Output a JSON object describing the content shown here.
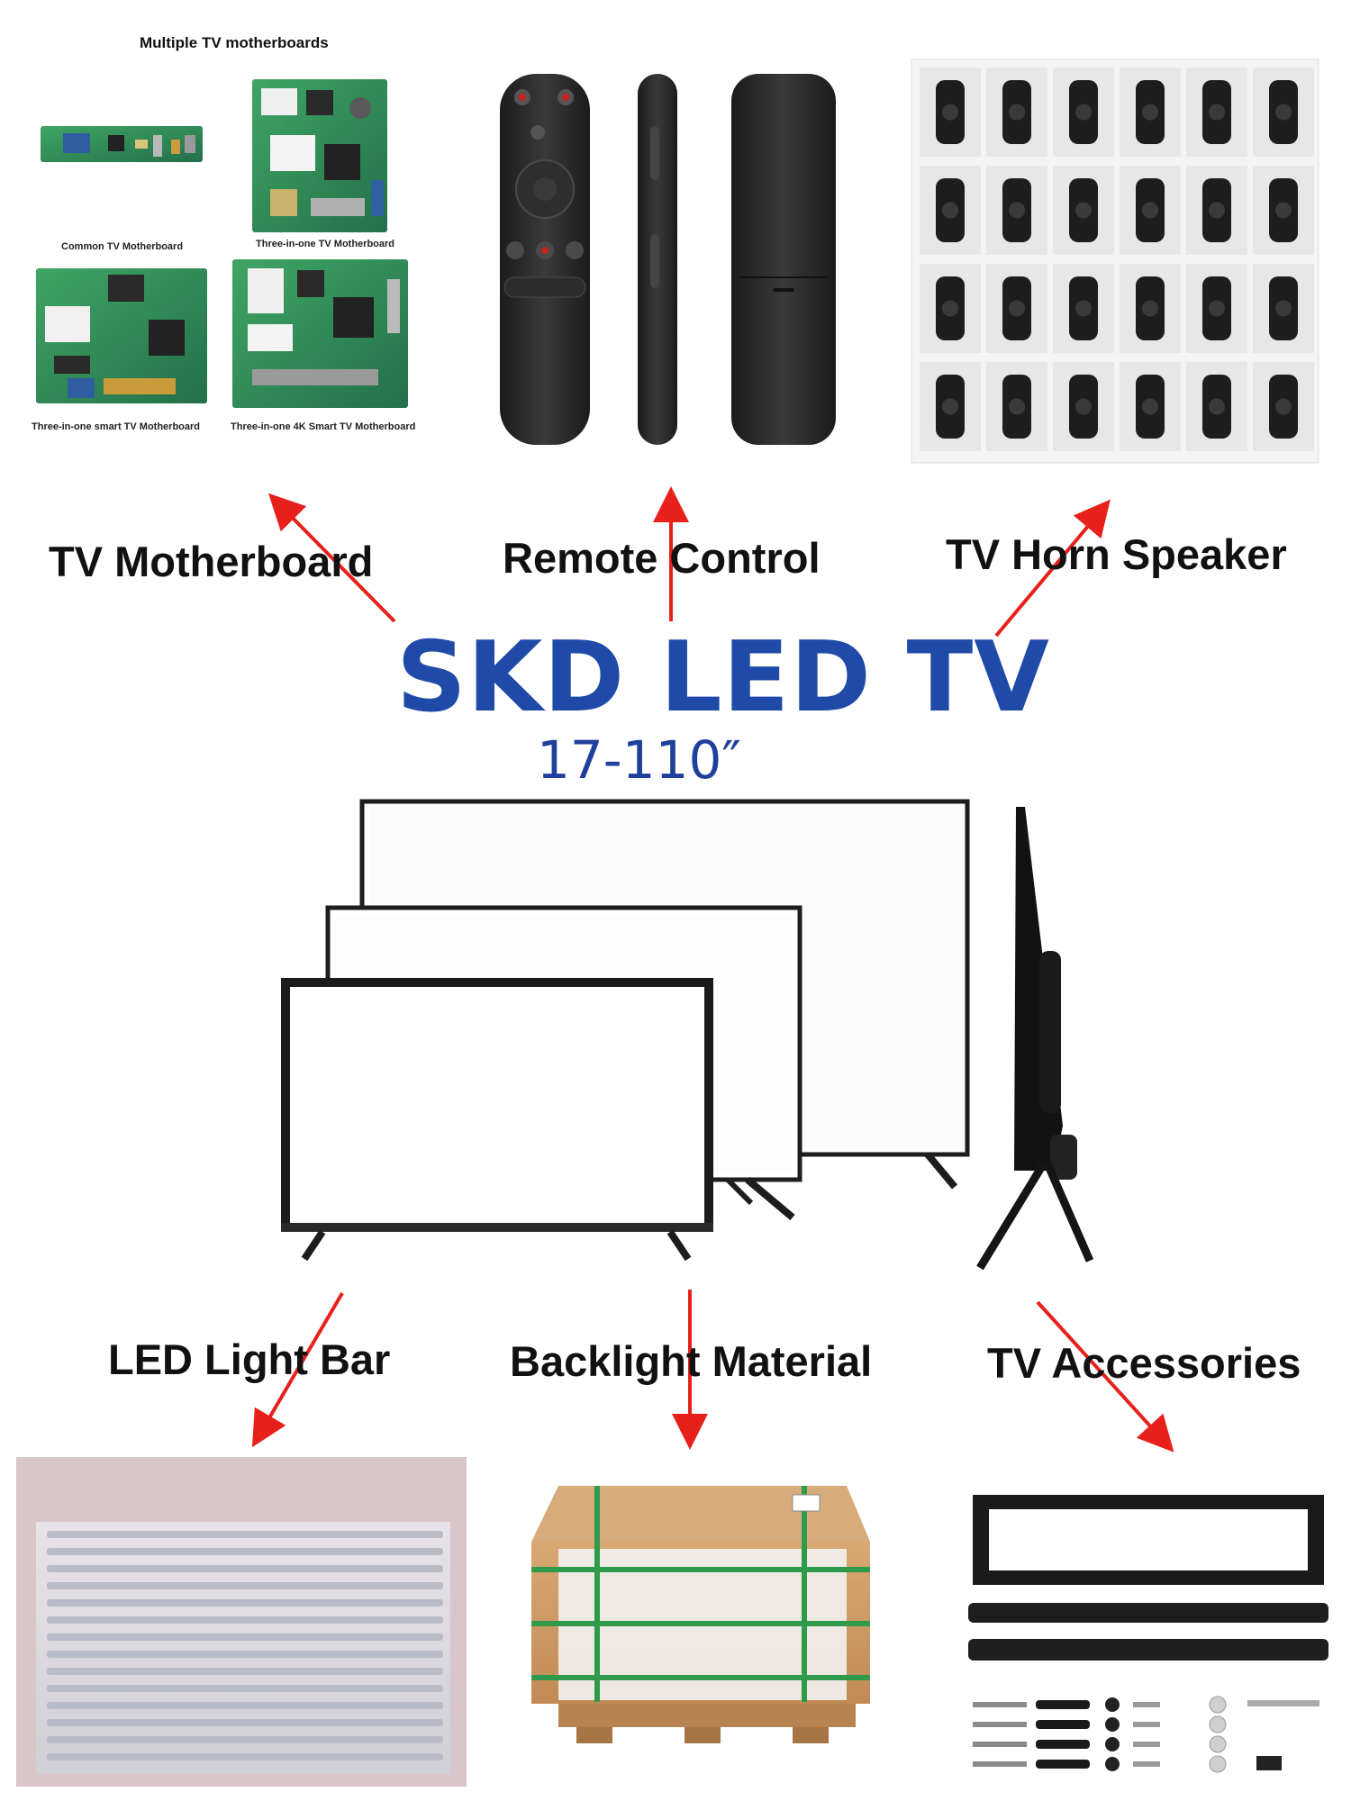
{
  "title": "SKD LED TV",
  "size_range": "17-110″",
  "motherboard": {
    "heading": "Multiple TV motherboards",
    "boards": [
      {
        "caption": "Common TV Motherboard"
      },
      {
        "caption": "Three-in-one TV Motherboard"
      },
      {
        "caption": "Three-in-one smart TV Motherboard"
      },
      {
        "caption": "Three-in-one 4K Smart TV Motherboard"
      }
    ]
  },
  "components_top": [
    {
      "label": "TV Motherboard"
    },
    {
      "label": "Remote Control"
    },
    {
      "label": "TV Horn Speaker"
    }
  ],
  "components_bottom": [
    {
      "label": "LED Light Bar"
    },
    {
      "label": "Backlight Material"
    },
    {
      "label": "TV Accessories"
    }
  ],
  "colors": {
    "title_blue": "#1f4aa8",
    "arrow_red": "#e8201c",
    "pcb_green": "#2f8a4e"
  }
}
